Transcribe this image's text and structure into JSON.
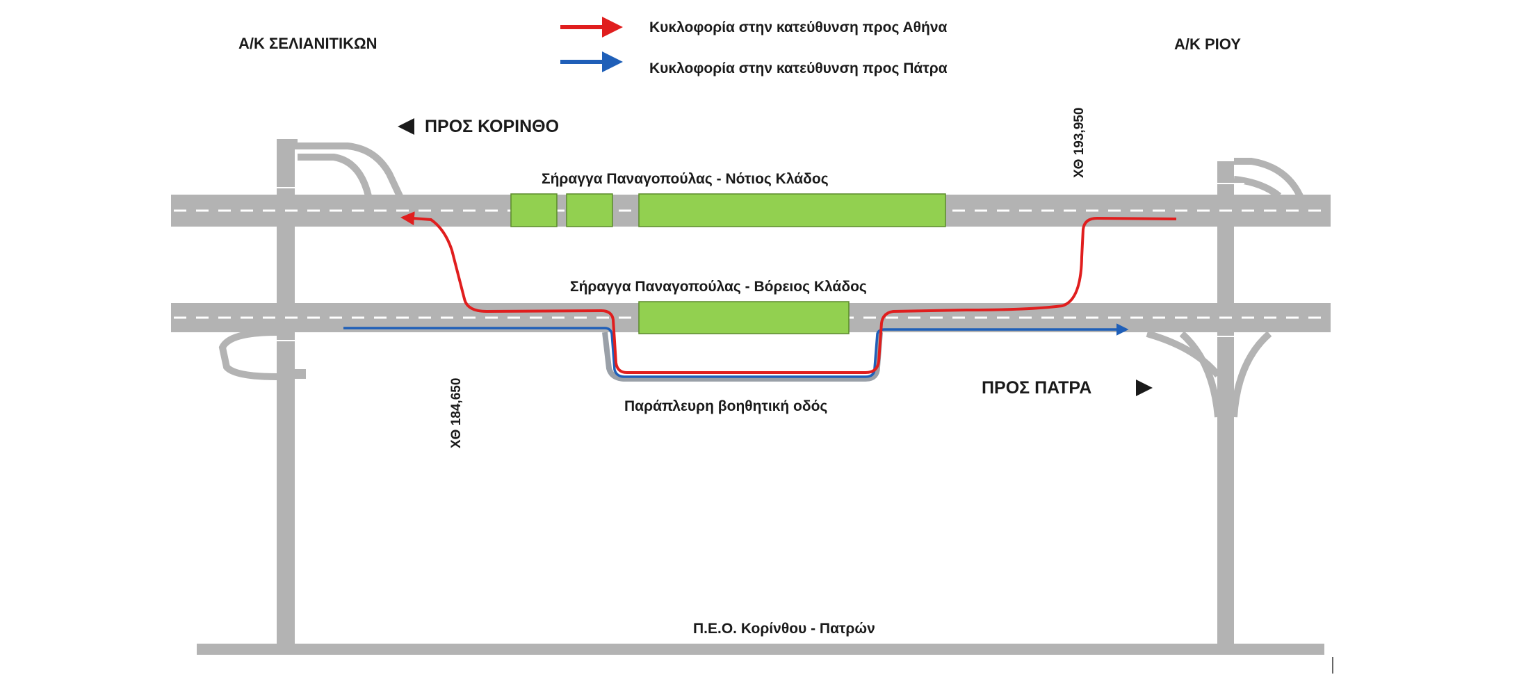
{
  "legend": {
    "athens_label": "Κυκλοφορία στην κατεύθυνση προς Αθήνα",
    "patra_label": "Κυκλοφορία στην κατεύθυνση προς Πάτρα"
  },
  "interchanges": {
    "left": "Α/Κ ΣΕΛΙΑΝΙΤΙΚΩΝ",
    "right": "Α/Κ ΡΙΟΥ"
  },
  "directions": {
    "to_korinthos": "ΠΡΟΣ ΚΟΡΙΝΘΟ",
    "to_patra": "ΠΡΟΣ ΠΑΤΡΑ"
  },
  "chainage": {
    "start": "ΧΘ 184,650",
    "end": "ΧΘ 193,950"
  },
  "tunnels": {
    "south": "Σήραγγα Παναγοπούλας - Νότιος Κλάδος",
    "north": "Σήραγγα Παναγοπούλας - Βόρειος Κλάδος"
  },
  "roads": {
    "side_road": "Παράπλευρη βοηθητική οδός",
    "old_road": "Π.Ε.Ο. Κορίνθου - Πατρών"
  },
  "colors": {
    "road": "#b3b3b3",
    "lane_dash": "#ffffff",
    "tunnel": "#92d050",
    "tunnel_border": "#5b8a2a",
    "athens_traffic": "#e01e1e",
    "patra_traffic": "#1f5fb8",
    "text": "#1a1a1a"
  }
}
